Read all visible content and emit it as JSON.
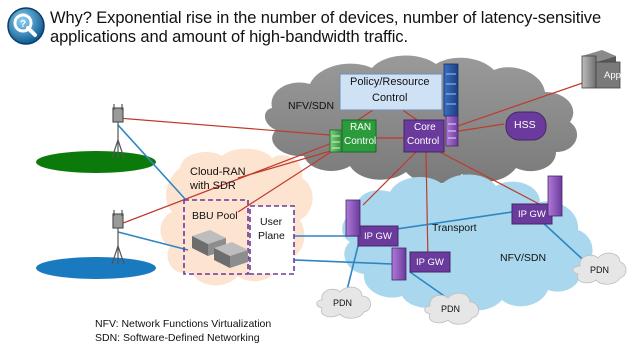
{
  "header": {
    "question_icon": "question-mark-icon",
    "text": "Why? Exponential rise in the number of devices, number of latency-sensitive applications and amount of high-bandwidth traffic."
  },
  "labels": {
    "app": "App",
    "nfv_sdn_top": "NFV/SDN",
    "policy_control": [
      "Policy/Resource",
      "Control"
    ],
    "ran_control": [
      "RAN",
      "Control"
    ],
    "core_control": [
      "Core",
      "Control"
    ],
    "hss": "HSS",
    "cloud_ran": [
      "Cloud-RAN",
      "with SDR"
    ],
    "bbu_pool": "BBU Pool",
    "user_plane": [
      "User",
      "Plane"
    ],
    "ip_gw": "IP GW",
    "transport": "Transport",
    "nfv_sdn_bottom": "NFV/SDN",
    "pdn": "PDN"
  },
  "footnotes": [
    "NFV: Network Functions Virtualization",
    "SDN: Software-Defined Networking"
  ],
  "colors": {
    "gray_cloud": "#8c8c8c",
    "blue_cloud": "#a9d8ee",
    "orange_cloud": "#fde3cf",
    "green_cell": "#0b7a0b",
    "blue_cell": "#1a7abf",
    "ran_control": "#2c9b3c",
    "core_control": "#6a3b9c",
    "policy_box": "#cfe2f5",
    "red_link": "#c0392b",
    "blue_link": "#2e86c1"
  }
}
